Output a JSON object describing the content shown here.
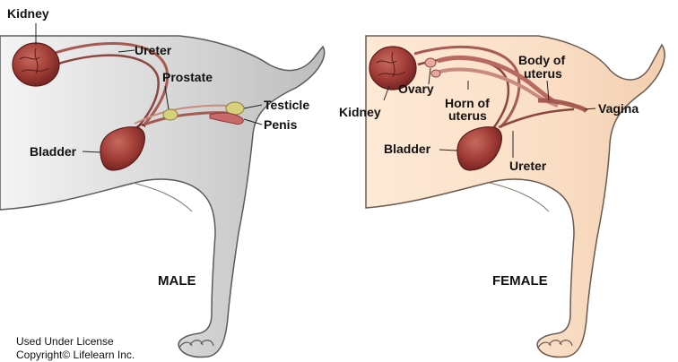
{
  "male": {
    "caption": "MALE",
    "labels": {
      "kidney": "Kidney",
      "ureter": "Ureter",
      "prostate": "Prostate",
      "testicle": "Testicle",
      "penis": "Penis",
      "bladder": "Bladder"
    }
  },
  "female": {
    "caption": "FEMALE",
    "labels": {
      "kidney": "Kidney",
      "ovary": "Ovary",
      "horn_line1": "Horn of",
      "horn_line2": "uterus",
      "body_line1": "Body of",
      "body_line2": "uterus",
      "vagina": "Vagina",
      "bladder": "Bladder",
      "ureter": "Ureter"
    }
  },
  "credit": {
    "line1": "Used Under License",
    "line2": "Copyright© Lifelearn Inc."
  },
  "colors": {
    "male_body_fill": "#d9d9d9",
    "male_outline": "#5a5a5a",
    "female_body_fill": "#fbe0c8",
    "organ_fill": "#9e3a34",
    "organ_dark": "#6e2220",
    "tube": "#a65a52",
    "gonad": "#d8cf7a"
  }
}
